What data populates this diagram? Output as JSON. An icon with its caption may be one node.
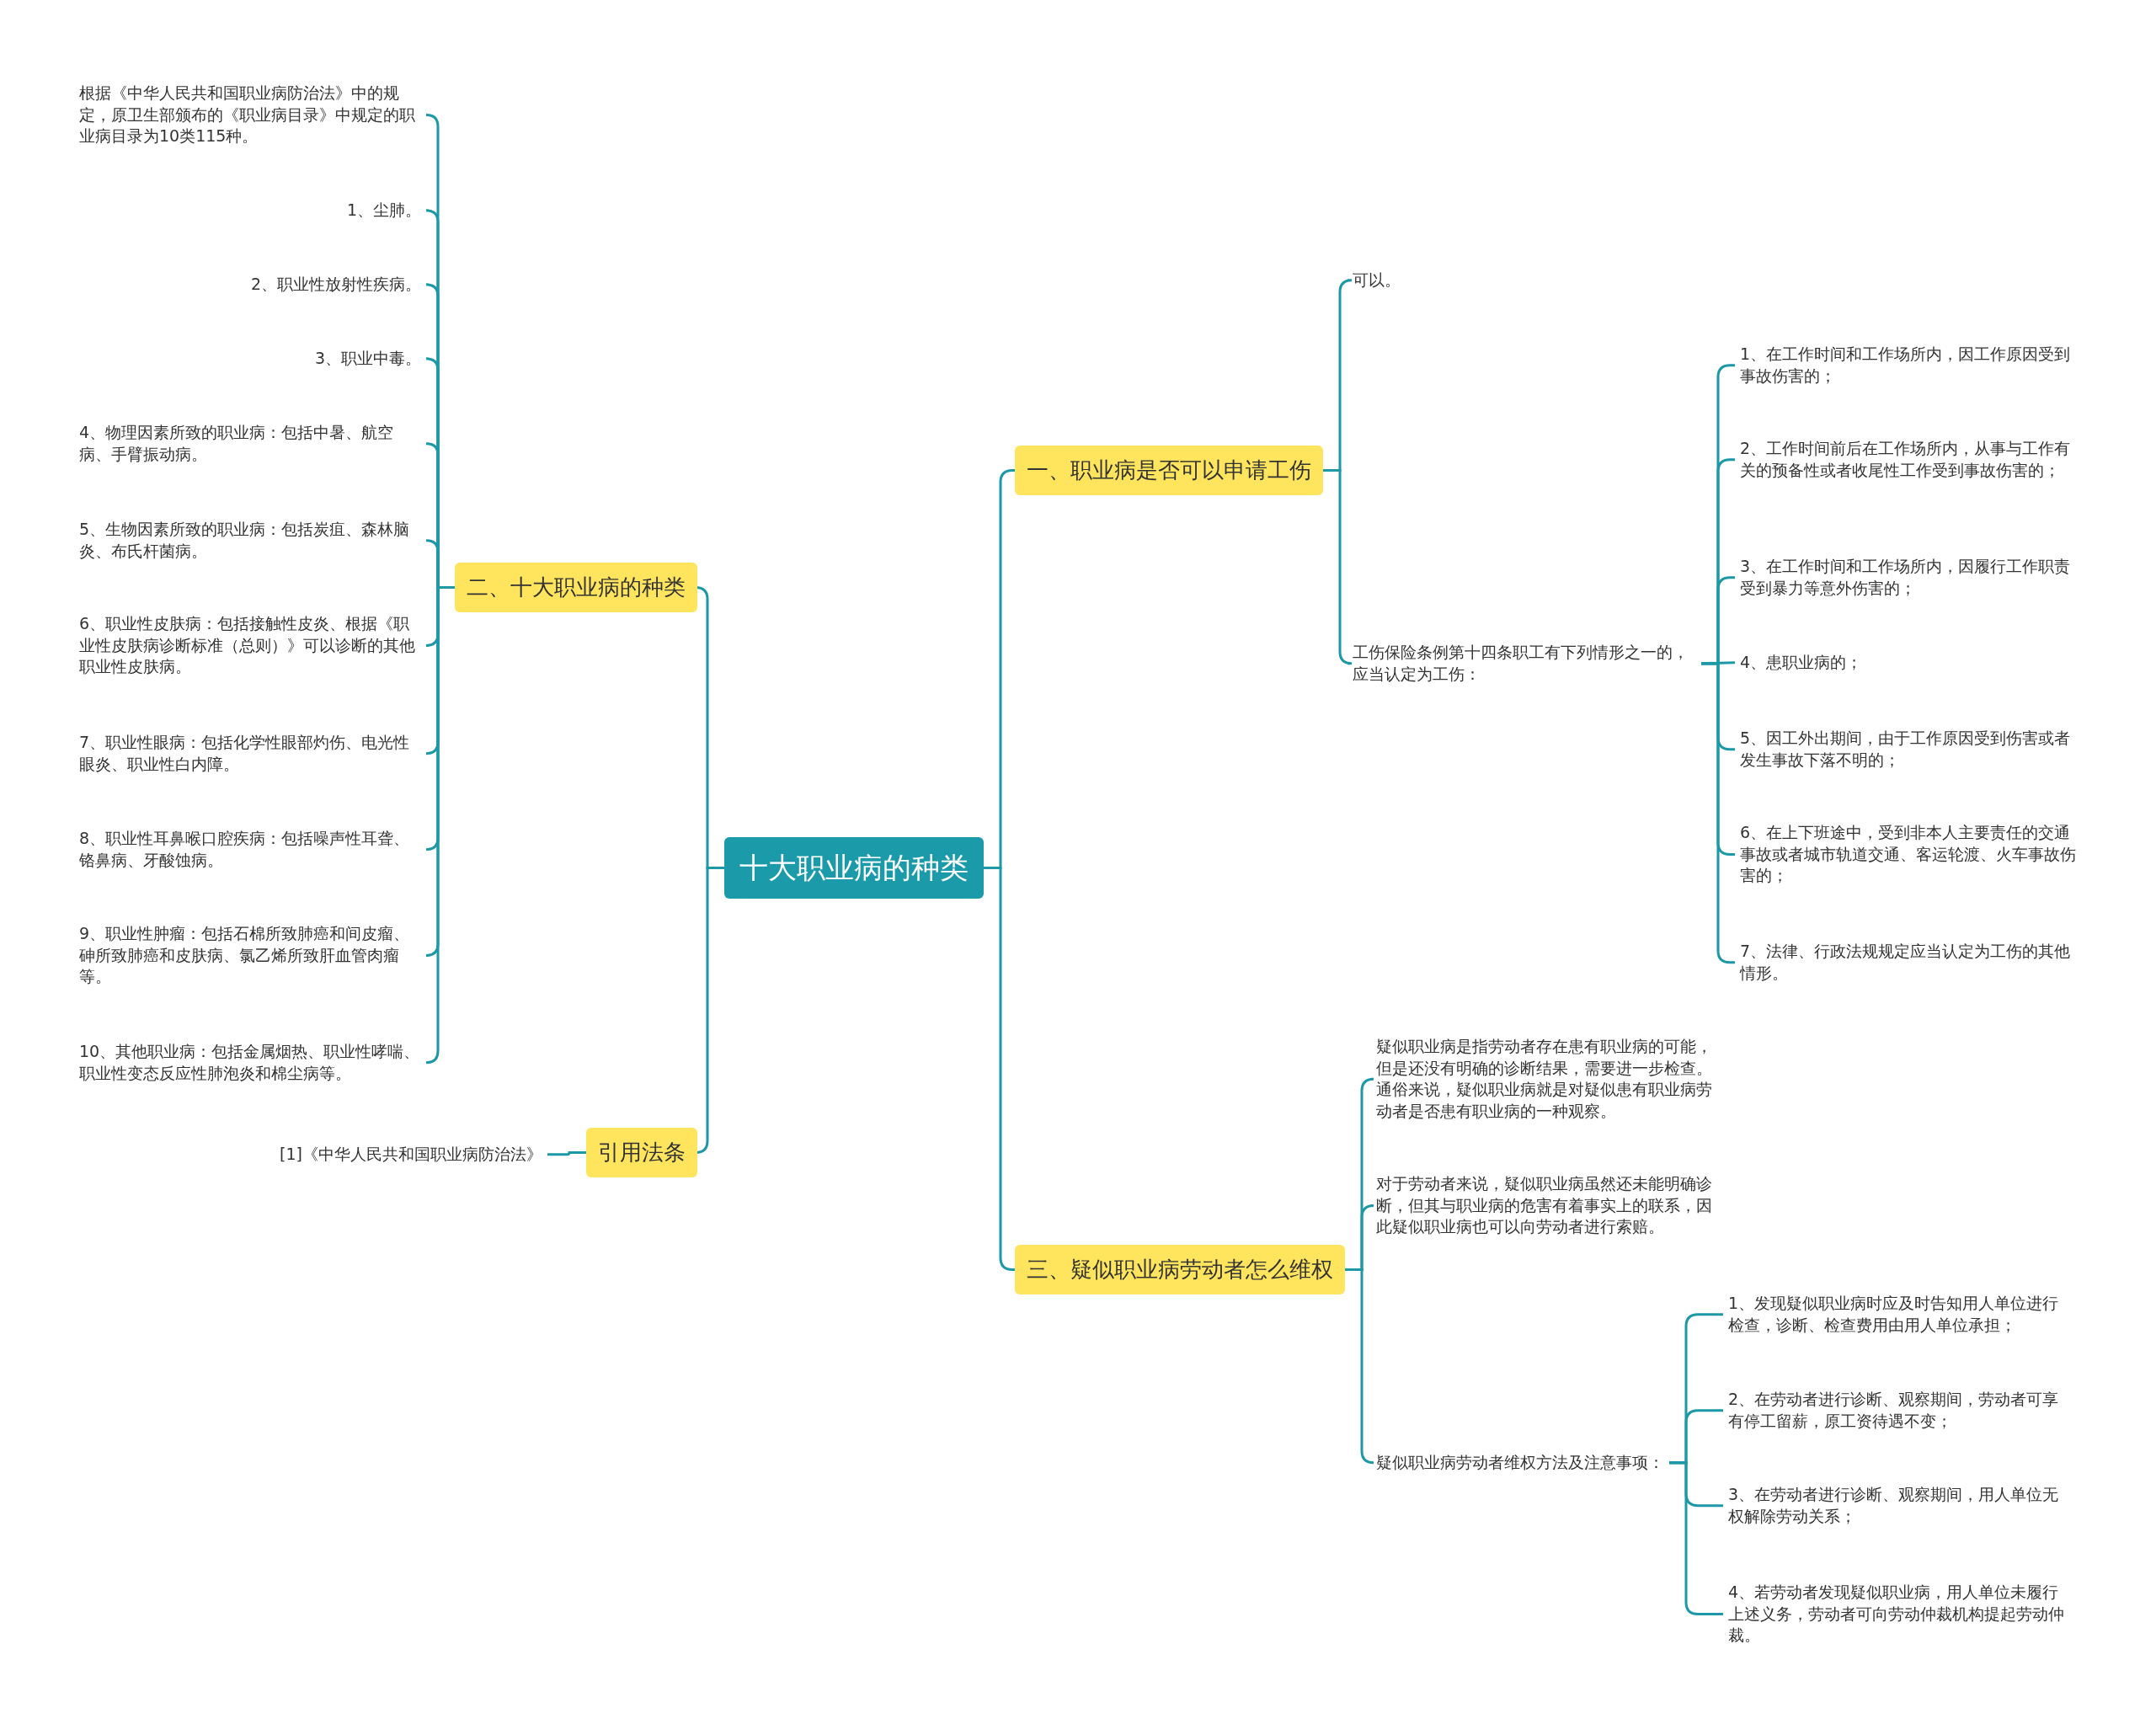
{
  "diagram": {
    "nodes": [
      {
        "text": [
          "十大职业病的种类"
        ]
      },
      {
        "text": [
          "一、职业病是否可以申请工伤"
        ]
      },
      {
        "text": [
          "可以。"
        ]
      },
      {
        "text": [
          "工伤保险条例第十四条职工有下列情形之一的，应当认定为工伤："
        ]
      },
      {
        "text": [
          "1、在工作时间和工作场所内，因工作原因受到事故伤害的；"
        ]
      },
      {
        "text": [
          "2、工作时间前后在工作场所内，从事与工作有关的预备性或者收尾性工作受到事故伤害的；"
        ]
      },
      {
        "text": [
          "3、在工作时间和工作场所内，因履行工作职责受到暴力等意外伤害的；"
        ]
      },
      {
        "text": [
          "4、患职业病的；"
        ]
      },
      {
        "text": [
          "5、因工外出期间，由于工作原因受到伤害或者发生事故下落不明的；"
        ]
      },
      {
        "text": [
          "6、在上下班途中，受到非本人主要责任的交通事故或者城市轨道交通、客运轮渡、火车事故伤害的；"
        ]
      },
      {
        "text": [
          "7、法律、行政法规规定应当认定为工伤的其他情形。"
        ]
      },
      {
        "text": [
          "二、十大职业病的种类"
        ]
      },
      {
        "text": [
          "根据《中华人民共和国职业病防治法》中的规定，原卫生部颁布的《职业病目录》中规定的职业病目录为10类115种。"
        ]
      },
      {
        "text": [
          "1、尘肺。"
        ]
      },
      {
        "text": [
          "2、职业性放射性疾病。"
        ]
      },
      {
        "text": [
          "3、职业中毒。"
        ]
      },
      {
        "text": [
          "4、物理因素所致的职业病：包括中暑、航空病、手臂振动病。"
        ]
      },
      {
        "text": [
          "5、生物因素所致的职业病：包括炭疽、森林脑炎、布氏杆菌病。"
        ]
      },
      {
        "text": [
          "6、职业性皮肤病：包括接触性皮炎、根据《职业性皮肤病诊断标准（总则）》可以诊断的其他职业性皮肤病。"
        ]
      },
      {
        "text": [
          "7、职业性眼病：包括化学性眼部灼伤、电光性眼炎、职业性白内障。"
        ]
      },
      {
        "text": [
          "8、职业性耳鼻喉口腔疾病：包括噪声性耳聋、铬鼻病、牙酸蚀病。"
        ]
      },
      {
        "text": [
          "9、职业性肿瘤：包括石棉所致肺癌和间皮瘤、砷所致肺癌和皮肤病、氯乙烯所致肝血管肉瘤等。"
        ]
      },
      {
        "text": [
          "10、其他职业病：包括金属烟热、职业性哮喘、职业性变态反应性肺泡炎和棉尘病等。"
        ]
      },
      {
        "text": [
          "引用法条"
        ]
      },
      {
        "text": [
          "[1]《中华人民共和国职业病防治法》"
        ]
      },
      {
        "text": [
          "三、疑似职业病劳动者怎么维权"
        ]
      },
      {
        "text": [
          "疑似职业病是指劳动者存在患有职业病的可能，但是还没有明确的诊断结果，需要进一步检查。通俗来说，疑似职业病就是对疑似患有职业病劳动者是否患有职业病的一种观察。"
        ]
      },
      {
        "text": [
          "对于劳动者来说，疑似职业病虽然还未能明确诊断，但其与职业病的危害有着事实上的联系，因此疑似职业病也可以向劳动者进行索赔。"
        ]
      },
      {
        "text": [
          "疑似职业病劳动者维权方法及注意事项："
        ]
      },
      {
        "text": [
          "1、发现疑似职业病时应及时告知用人单位进行检查，诊断、检查费用由用人单位承担；"
        ]
      },
      {
        "text": [
          "2、在劳动者进行诊断、观察期间，劳动者可享有停工留薪，原工资待遇不变；"
        ]
      },
      {
        "text": [
          "3、在劳动者进行诊断、观察期间，用人单位无权解除劳动关系；"
        ]
      },
      {
        "text": [
          "4、若劳动者发现疑似职业病，用人单位未履行上述义务，劳动者可向劳动仲裁机构提起劳动仲裁。"
        ]
      }
    ],
    "edges": [
      {
        "from": 0,
        "to": 1,
        "arrow": "none"
      },
      {
        "from": 1,
        "to": 2,
        "arrow": "none"
      },
      {
        "from": 1,
        "to": 3,
        "arrow": "none"
      },
      {
        "from": 3,
        "to": 4,
        "arrow": "none"
      },
      {
        "from": 3,
        "to": 5,
        "arrow": "none"
      },
      {
        "from": 3,
        "to": 6,
        "arrow": "none"
      },
      {
        "from": 3,
        "to": 7,
        "arrow": "none"
      },
      {
        "from": 3,
        "to": 8,
        "arrow": "none"
      },
      {
        "from": 3,
        "to": 9,
        "arrow": "none"
      },
      {
        "from": 3,
        "to": 10,
        "arrow": "none"
      },
      {
        "from": 0,
        "to": 11,
        "arrow": "none"
      },
      {
        "from": 11,
        "to": 12,
        "arrow": "none"
      },
      {
        "from": 11,
        "to": 13,
        "arrow": "none"
      },
      {
        "from": 11,
        "to": 14,
        "arrow": "none"
      },
      {
        "from": 11,
        "to": 15,
        "arrow": "none"
      },
      {
        "from": 11,
        "to": 16,
        "arrow": "none"
      },
      {
        "from": 11,
        "to": 17,
        "arrow": "none"
      },
      {
        "from": 11,
        "to": 18,
        "arrow": "none"
      },
      {
        "from": 11,
        "to": 19,
        "arrow": "none"
      },
      {
        "from": 11,
        "to": 20,
        "arrow": "none"
      },
      {
        "from": 11,
        "to": 21,
        "arrow": "none"
      },
      {
        "from": 11,
        "to": 22,
        "arrow": "none"
      },
      {
        "from": 0,
        "to": 23,
        "arrow": "none"
      },
      {
        "from": 23,
        "to": 24,
        "arrow": "none"
      },
      {
        "from": 0,
        "to": 25,
        "arrow": "none"
      },
      {
        "from": 25,
        "to": 26,
        "arrow": "none"
      },
      {
        "from": 25,
        "to": 27,
        "arrow": "none"
      },
      {
        "from": 25,
        "to": 28,
        "arrow": "none"
      },
      {
        "from": 28,
        "to": 29,
        "arrow": "none"
      },
      {
        "from": 28,
        "to": 30,
        "arrow": "none"
      },
      {
        "from": 28,
        "to": 31,
        "arrow": "none"
      },
      {
        "from": 28,
        "to": 32,
        "arrow": "none"
      }
    ]
  }
}
